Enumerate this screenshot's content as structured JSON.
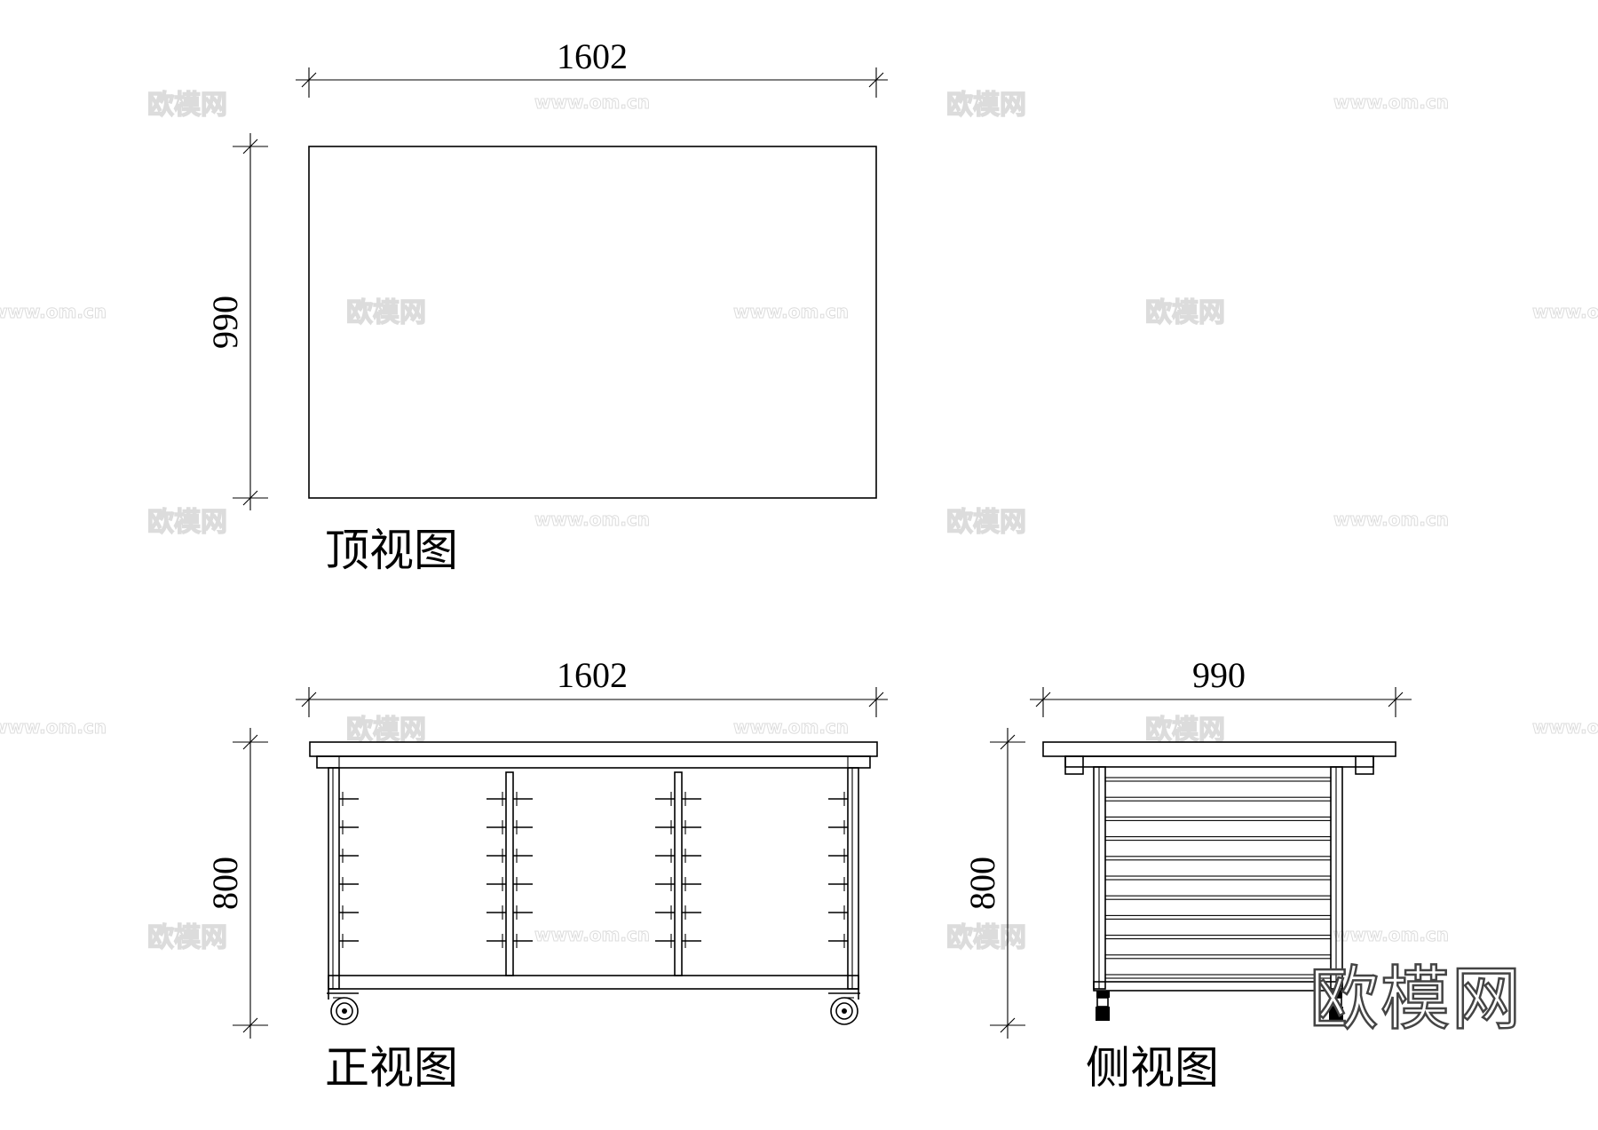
{
  "top_view": {
    "label": "顶视图",
    "width_dim": "1602",
    "depth_dim": "990"
  },
  "front_view": {
    "label": "正视图",
    "width_dim": "1602",
    "height_dim": "800"
  },
  "side_view": {
    "label": "侧视图",
    "width_dim": "990",
    "height_dim": "800"
  },
  "watermark": {
    "brand": "欧模网",
    "url": "www.om.cn"
  },
  "logo": {
    "text": "欧模网"
  }
}
